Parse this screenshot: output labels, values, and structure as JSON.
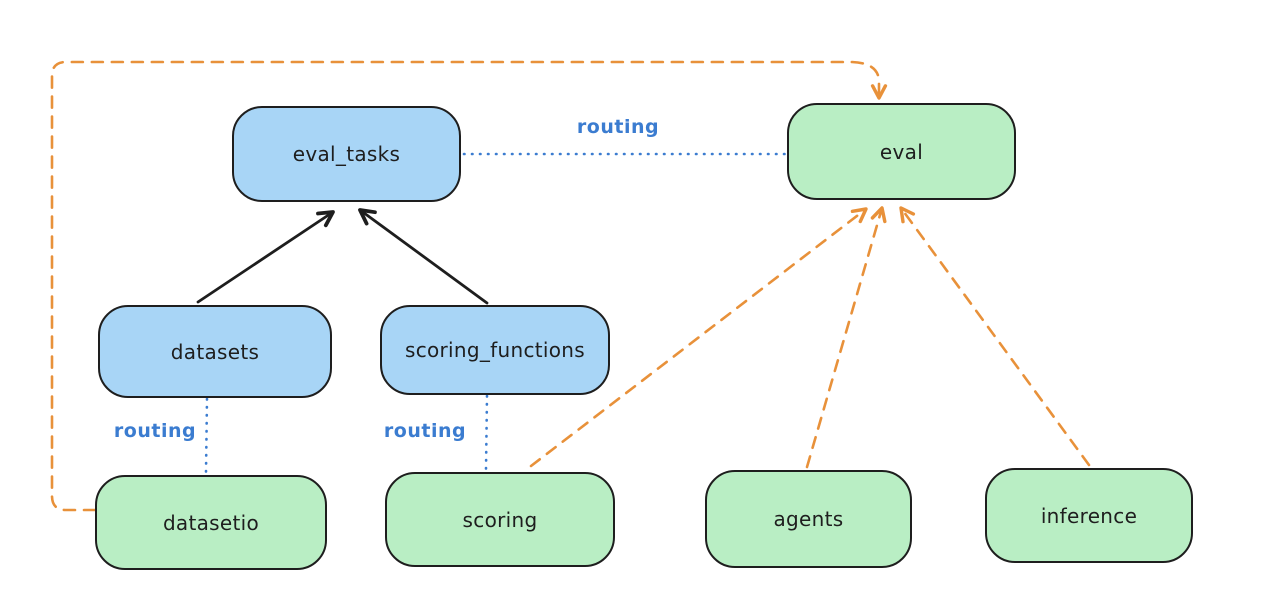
{
  "diagram": {
    "nodes": [
      {
        "id": "eval_tasks",
        "label": "eval_tasks",
        "color": "blue"
      },
      {
        "id": "eval",
        "label": "eval",
        "color": "green"
      },
      {
        "id": "datasets",
        "label": "datasets",
        "color": "blue"
      },
      {
        "id": "scoring_functions",
        "label": "scoring_functions",
        "color": "blue"
      },
      {
        "id": "datasetio",
        "label": "datasetio",
        "color": "green"
      },
      {
        "id": "scoring",
        "label": "scoring",
        "color": "green"
      },
      {
        "id": "agents",
        "label": "agents",
        "color": "green"
      },
      {
        "id": "inference",
        "label": "inference",
        "color": "green"
      }
    ],
    "edges": [
      {
        "from": "datasets",
        "to": "eval_tasks",
        "style": "solid-black-arrow"
      },
      {
        "from": "scoring_functions",
        "to": "eval_tasks",
        "style": "solid-black-arrow"
      },
      {
        "from": "eval_tasks",
        "to": "eval",
        "style": "dotted-blue",
        "label": "routing"
      },
      {
        "from": "datasets",
        "to": "datasetio",
        "style": "dotted-blue",
        "label": "routing"
      },
      {
        "from": "scoring_functions",
        "to": "scoring",
        "style": "dotted-blue",
        "label": "routing"
      },
      {
        "from": "datasetio",
        "to": "eval",
        "style": "dashed-orange-arrow"
      },
      {
        "from": "scoring",
        "to": "eval",
        "style": "dashed-orange-arrow"
      },
      {
        "from": "agents",
        "to": "eval",
        "style": "dashed-orange-arrow"
      },
      {
        "from": "inference",
        "to": "eval",
        "style": "dashed-orange-arrow"
      }
    ],
    "colors": {
      "node_blue": "#a8d5f6",
      "node_green": "#b9eec4",
      "edge_blue": "#3b7cd0",
      "edge_orange": "#e8913a",
      "stroke_dark": "#1e1e1e"
    }
  }
}
